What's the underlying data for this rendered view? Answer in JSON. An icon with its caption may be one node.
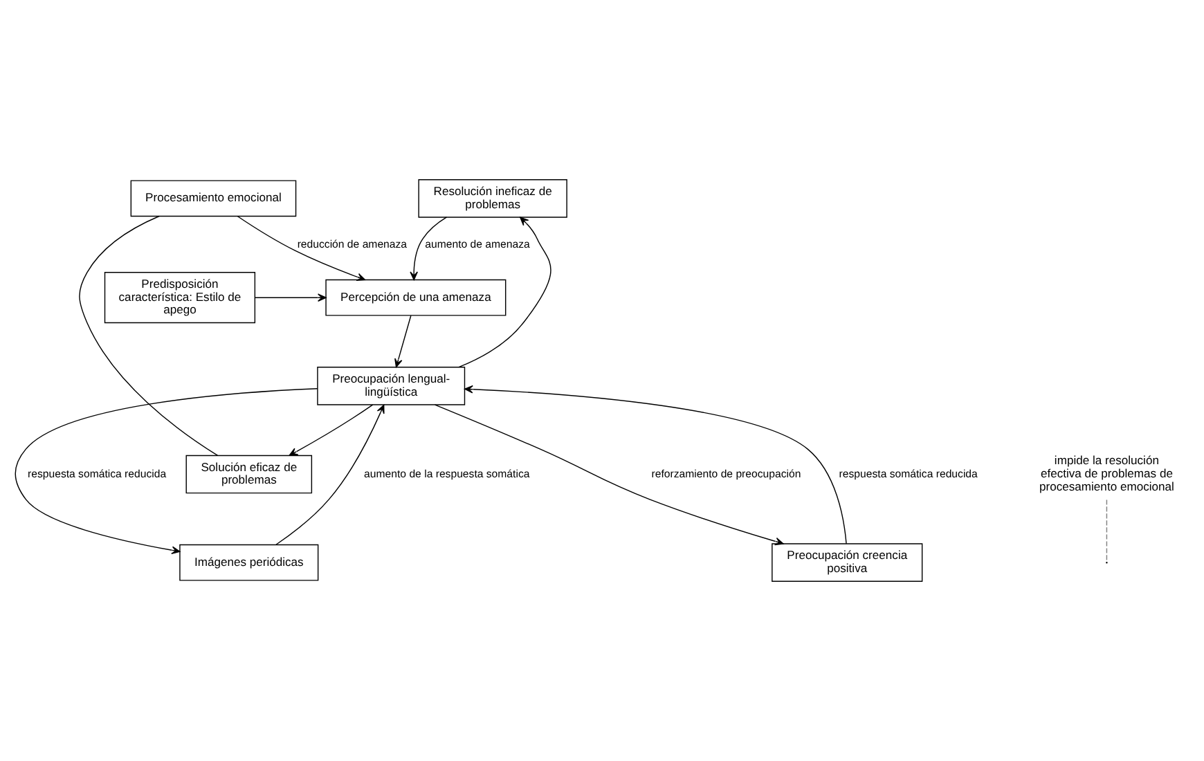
{
  "diagram": {
    "nodes": [
      {
        "text": [
          "Procesamiento emocional"
        ]
      },
      {
        "text": [
          "Percepción de una amenaza"
        ]
      },
      {
        "text": [
          "Predisposición característica: Estilo de apego"
        ]
      },
      {
        "text": [
          "Resolución ineficaz de problemas"
        ]
      },
      {
        "text": [
          "Preocupación lengual-lingüística"
        ]
      },
      {
        "text": [
          "Solución eficaz de problemas"
        ]
      },
      {
        "text": [
          "Imágenes periódicas"
        ]
      },
      {
        "text": [
          "Preocupación creencia positiva"
        ]
      },
      {
        "text": [
          "impide la resolución efectiva de problemas de procesamiento emocional"
        ]
      }
    ],
    "edges": [
      {
        "from": 0,
        "to": 1,
        "arrow": "to",
        "label": "reducción de amenaza"
      },
      {
        "from": 3,
        "to": 1,
        "arrow": "to",
        "label": "aumento de amenaza"
      },
      {
        "from": 2,
        "to": 1,
        "arrow": "to"
      },
      {
        "from": 1,
        "to": 4,
        "arrow": "to"
      },
      {
        "from": 4,
        "to": 3,
        "arrow": "to"
      },
      {
        "from": 4,
        "to": 5,
        "arrow": "to"
      },
      {
        "from": 0,
        "to": 5,
        "arrow": "none"
      },
      {
        "from": 6,
        "to": 4,
        "arrow": "to",
        "label": "aumento de la respuesta somática"
      },
      {
        "from": 4,
        "to": 6,
        "arrow": "to",
        "label": "respuesta somática reducida"
      },
      {
        "from": 4,
        "to": 7,
        "arrow": "to",
        "label": "reforzamiento de preocupación"
      },
      {
        "from": 7,
        "to": 4,
        "arrow": "to",
        "label": "respuesta somática reducida"
      },
      {
        "from": 8,
        "to": null,
        "arrow": "none",
        "style": "dashed",
        "color": "#808080"
      }
    ]
  }
}
